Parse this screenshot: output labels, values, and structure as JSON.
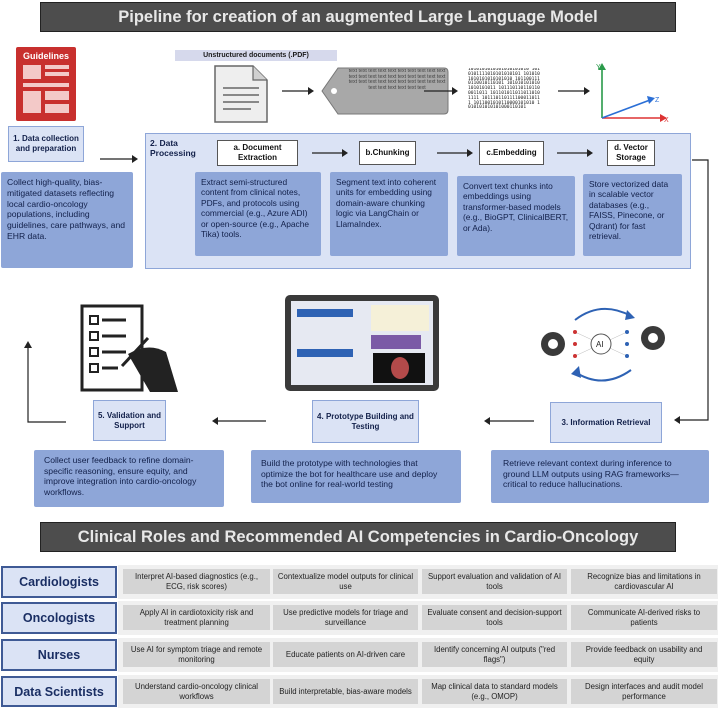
{
  "top_title": "Pipeline for creation of an augmented Large Language Model",
  "bottom_title": "Clinical Roles and Recommended AI Competencies in Cardio-Oncology",
  "guidelines_label": "Guidelines",
  "unstructured_label": "Unstructured documents (.PDF)",
  "tag_text": "text text text text text text text text text text text text text text text text text text text text text text text text text text text text text text text text text text text text",
  "binary_text": "1010101010101010101010 1010101111010101010101 1010101010101010101010 1011001110110010110101 1010101010101010101011 1011101101101100011011 1011010110110110101111 1011101101111000110111 1011001010110000101010 1010101010101000110101",
  "axes": {
    "x": "X",
    "y": "Y",
    "z": "Z"
  },
  "ai_label": "AI",
  "step1": {
    "label": "1. Data collection and preparation",
    "desc": "Collect high-quality, bias-mitigated datasets reflecting local cardio-oncology populations, including guidelines, care pathways, and EHR data."
  },
  "step2": {
    "label": "2. Data Processing"
  },
  "substeps": [
    {
      "label": "a. Document Extraction",
      "desc": "Extract semi-structured content from clinical notes, PDFs, and protocols using commercial (e.g., Azure ADI) or open-source (e.g., Apache Tika) tools."
    },
    {
      "label": "b.Chunking",
      "desc": "Segment text into coherent units for embedding using domain-aware chunking logic via LangChain or LlamaIndex."
    },
    {
      "label": "c.Embedding",
      "desc": "Convert text chunks into embeddings using transformer-based models (e.g., BioGPT, ClinicalBERT, or Ada)."
    },
    {
      "label": "d. Vector Storage",
      "desc": "Store vectorized data in scalable vector databases (e.g., FAISS, Pinecone, or Qdrant) for fast retrieval."
    }
  ],
  "step3": {
    "label": "3. Information Retrieval",
    "desc": "Retrieve relevant context during inference to ground LLM outputs using RAG frameworks—critical to reduce hallucinations."
  },
  "step4": {
    "label": "4. Prototype Building and Testing",
    "desc": "Build the prototype with technologies that optimize the bot for healthcare use and deploy the bot online for real-world testing"
  },
  "step5": {
    "label": "5. Validation and Support",
    "desc": "Collect user feedback to refine domain-specific reasoning, ensure equity, and improve integration into cardio-oncology workflows."
  },
  "roles": [
    {
      "name": "Cardiologists",
      "items": [
        "Interpret AI-based diagnostics (e.g., ECG, risk scores)",
        "Contextualize model outputs for clinical use",
        "Support evaluation and validation of AI tools",
        "Recognize bias and limitations in cardiovascular AI"
      ]
    },
    {
      "name": "Oncologists",
      "items": [
        "Apply AI in cardiotoxicity risk and treatment planning",
        "Use predictive models for triage and surveillance",
        "Evaluate consent and decision-support tools",
        "Communicate AI-derived risks to patients"
      ]
    },
    {
      "name": "Nurses",
      "items": [
        "Use AI for symptom triage and remote monitoring",
        "Educate patients on AI-driven care",
        "Identify concerning AI outputs (\"red flags\")",
        "Provide feedback on usability and equity"
      ]
    },
    {
      "name": "Data Scientists",
      "items": [
        "Understand cardio-oncology clinical workflows",
        "Build interpretable, bias-aware models",
        "Map clinical data to standard models (e.g., OMOP)",
        "Design interfaces and audit model performance"
      ]
    }
  ],
  "colors": {
    "banner": "#4d4d4d",
    "blue_box": "#8ea6d8",
    "panel": "#dbe3f5",
    "role_border": "#3f5a95",
    "cell": "#d4d4d4",
    "guidelines_red": "#c8302e"
  }
}
